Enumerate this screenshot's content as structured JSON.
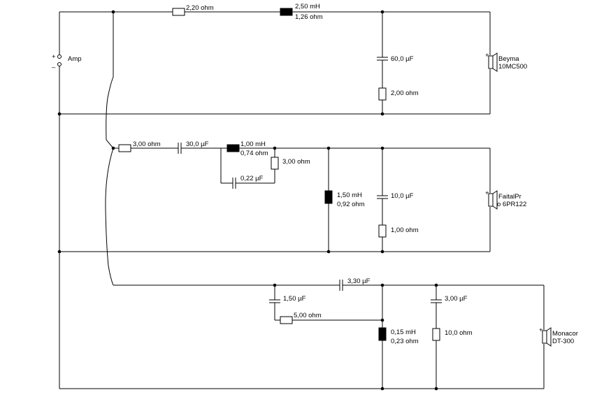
{
  "amp": {
    "plus": "+",
    "minus": "–",
    "label": "Amp"
  },
  "section1": {
    "r_series": "2,20 ohm",
    "l_series_value": "2,50 mH",
    "l_series_dcr": "1,26 ohm",
    "c_shunt": "60,0 µF",
    "r_shunt": "2,00 ohm",
    "speaker_line1": "Beyma",
    "speaker_line2": "10MC500",
    "speaker_plus": "+"
  },
  "section2": {
    "r_series": "3,00 ohm",
    "c_series": "30,0 µF",
    "l_series_value": "1,00 mH",
    "l_series_dcr": "0,74 ohm",
    "r_notch": "3,00 ohm",
    "c_notch": "0,22 µF",
    "l_shunt_value": "1,50 mH",
    "l_shunt_dcr": "0,92 ohm",
    "c_shunt": "10,0 µF",
    "r_shunt": "1,00 ohm",
    "speaker_line1": "FaitalPr",
    "speaker_line2": "o 6PR122",
    "speaker_plus": "+"
  },
  "section3": {
    "c_series": "3,30 µF",
    "c_par": "1,50 µF",
    "r_par": "5,00 ohm",
    "l_shunt_value": "0,15 mH",
    "l_shunt_dcr": "0,23 ohm",
    "c_shunt": "3,00 µF",
    "r_shunt": "10,0 ohm",
    "speaker_line1": "Monacor",
    "speaker_line2": "DT-300",
    "speaker_plus": "+"
  }
}
